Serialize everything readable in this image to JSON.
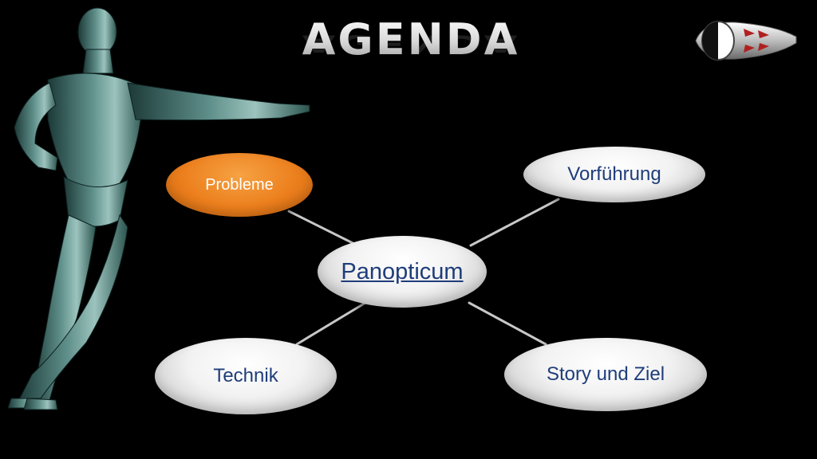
{
  "slide": {
    "title": "AGENDA"
  },
  "diagram": {
    "center": "Panopticum",
    "nodes": {
      "top_left": "Probleme",
      "top_right": "Vorführung",
      "bottom_left": "Technik",
      "bottom_right": "Story und Ziel"
    }
  },
  "colors": {
    "background": "#000000",
    "node_text": "#1f3d7a",
    "highlight_node": "#ec7f1d",
    "connector": "#c8c8c8"
  },
  "icons": {
    "figure": "anatomical-figure-pointing",
    "logo": "eye-capsule-logo"
  }
}
